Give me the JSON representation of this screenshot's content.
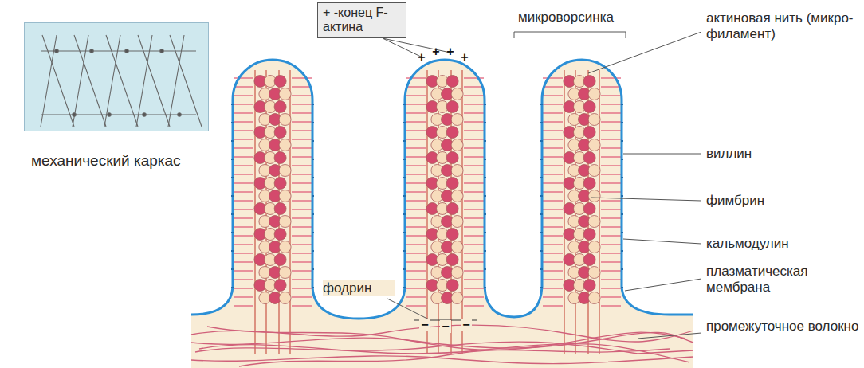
{
  "diagram": {
    "nodes": [
      {
        "text": [
          "+ -конец F-актина"
        ]
      },
      {
        "text": [
          "механический каркас"
        ]
      }
    ],
    "labels": [
      "микроворсинка",
      "актиновая нить (микро- филамент)",
      "виллин",
      "фимбрин",
      "кальмодулин",
      "плазматическая мембрана",
      "промежуточное волокно",
      "фодрин",
      "+",
      "+",
      "+",
      "+",
      "−",
      "−",
      "−"
    ]
  }
}
